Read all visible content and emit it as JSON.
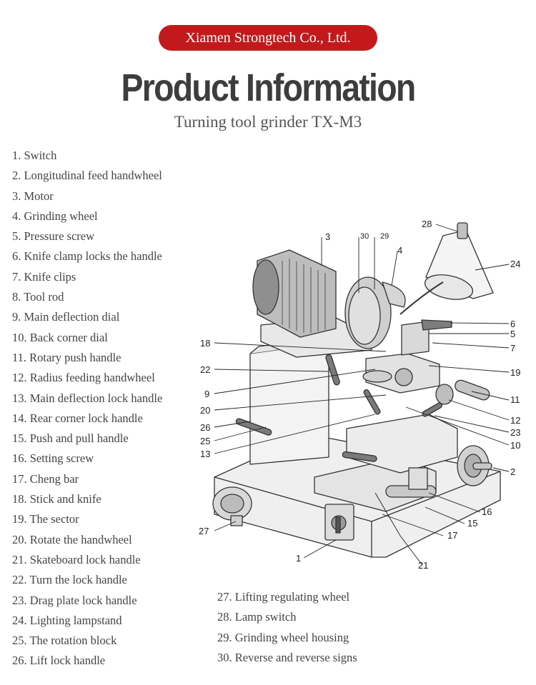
{
  "header": {
    "company": "Xiamen Strongtech Co., Ltd.",
    "title": "Product Information",
    "subtitle": "Turning tool grinder TX-M3"
  },
  "parts": [
    "1. Switch",
    "2. Longitudinal feed handwheel",
    "3. Motor",
    "4. Grinding wheel",
    "5. Pressure screw",
    "6. Knife clamp locks the handle",
    "7. Knife clips",
    "8. Tool rod",
    "9. Main deflection dial",
    "10. Back corner dial",
    "11. Rotary push handle",
    "12. Radius feeding handwheel",
    "13. Main deflection lock handle",
    "14. Rear corner lock handle",
    "15. Push and pull handle",
    "16. Setting screw",
    "17. Cheng bar",
    "18. Stick and knife",
    "19. The sector",
    "20. Rotate the handwheel",
    "21. Skateboard lock handle",
    "22. Turn the lock handle",
    "23. Drag plate lock handle",
    "24. Lighting lampstand",
    "25. The rotation block",
    "26. Lift lock handle"
  ],
  "parts_more": [
    "27. Lifting regulating wheel",
    "28. Lamp switch",
    "29. Grinding wheel housing",
    "30. Reverse and reverse signs"
  ],
  "callouts": [
    "28",
    "3",
    "30",
    "29",
    "4",
    "24",
    "6",
    "5",
    "7",
    "18",
    "19",
    "22",
    "9",
    "11",
    "20",
    "12",
    "26",
    "25",
    "23",
    "13",
    "10",
    "2",
    "16",
    "15",
    "27",
    "17",
    "1",
    "21"
  ]
}
